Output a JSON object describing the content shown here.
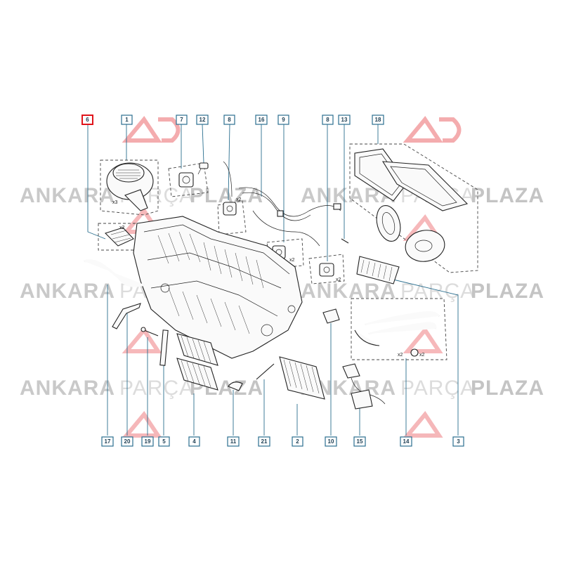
{
  "watermark": {
    "word_1": "ANKARA",
    "word_2": "PARÇA",
    "word_3": "PLAZA",
    "logo_letters": "AP"
  },
  "callouts": {
    "top": [
      "6",
      "1",
      "7",
      "12",
      "8",
      "16",
      "9",
      "8",
      "13",
      "18"
    ],
    "bottom": [
      "17",
      "20",
      "19",
      "5",
      "4",
      "11",
      "21",
      "2",
      "10",
      "15",
      "14",
      "3"
    ],
    "highlighted": "6"
  },
  "quantity_marks": {
    "blower": "x3",
    "resistor": "x2",
    "actuator_a": "x2",
    "actuator_b": "x2",
    "pipe_screw": "x2",
    "pipe_seal": "x2"
  },
  "colors": {
    "highlight": "#e0141b",
    "callout_border": "#2b6f8f",
    "watermark": "#c9c9c9"
  }
}
